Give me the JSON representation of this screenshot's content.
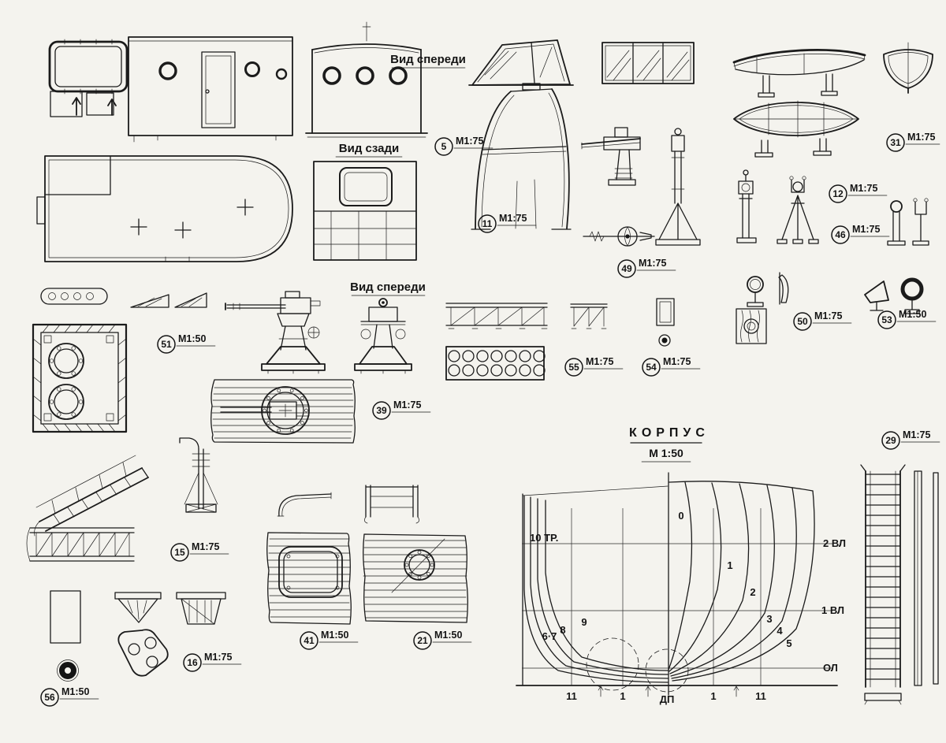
{
  "page": {
    "bg": "#f4f3ee",
    "ink": "#1b1b1b"
  },
  "views": {
    "front_top": "Вид спереди",
    "rear": "Вид сзади",
    "front_mid": "Вид спереди"
  },
  "hull": {
    "title": "КОРПУС",
    "scale": "М 1:50",
    "tr10": "10 ТР.",
    "wl2": "2 ВЛ",
    "wl1": "1 ВЛ",
    "ol": "ОЛ",
    "sections": {
      "s0": "0",
      "s1": "1",
      "s2": "2",
      "s3": "3",
      "s4": "4",
      "s5": "5",
      "s67": "6·7",
      "s8": "8",
      "s9": "9"
    },
    "stations": [
      "11",
      "1",
      "ДП",
      "1",
      "11"
    ]
  },
  "parts": [
    {
      "num": "5",
      "scale": "М1:75"
    },
    {
      "num": "11",
      "scale": "М1:75"
    },
    {
      "num": "31",
      "scale": "М1:75"
    },
    {
      "num": "12",
      "scale": "М1:75"
    },
    {
      "num": "46",
      "scale": "М1:75"
    },
    {
      "num": "49",
      "scale": "М1:75"
    },
    {
      "num": "51",
      "scale": "М1:50"
    },
    {
      "num": "50",
      "scale": "М1:75"
    },
    {
      "num": "53",
      "scale": "М1:50"
    },
    {
      "num": "55",
      "scale": "М1:75"
    },
    {
      "num": "54",
      "scale": "М1:75"
    },
    {
      "num": "39",
      "scale": "М1:75"
    },
    {
      "num": "29",
      "scale": "М1:75"
    },
    {
      "num": "15",
      "scale": "М1:75"
    },
    {
      "num": "41",
      "scale": "М1:50"
    },
    {
      "num": "21",
      "scale": "М1:50"
    },
    {
      "num": "16",
      "scale": "М1:75"
    },
    {
      "num": "56",
      "scale": "М1:50"
    }
  ]
}
